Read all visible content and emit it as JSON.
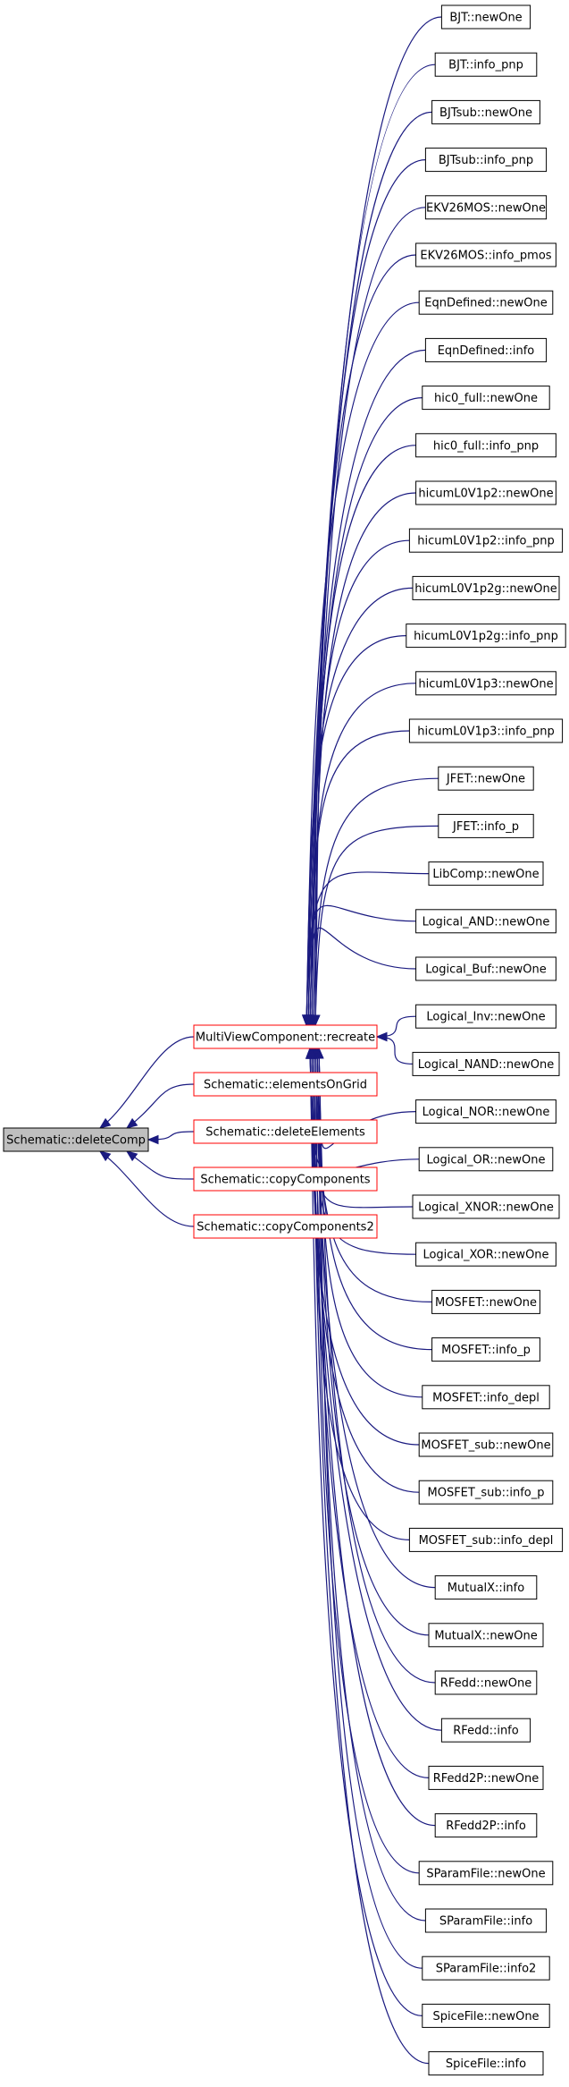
{
  "colors": {
    "edge": "#1a1a80",
    "root_fill": "#bfbfbf",
    "red_border": "#ff0000",
    "node_border": "#000000"
  },
  "root": {
    "label": "Schematic::deleteComp"
  },
  "callers": [
    {
      "id": "recreate",
      "label": "MultiViewComponent::recreate",
      "border": "red"
    },
    {
      "id": "elementsOnGrid",
      "label": "Schematic::elementsOnGrid",
      "border": "red"
    },
    {
      "id": "deleteElements",
      "label": "Schematic::deleteElements",
      "border": "red"
    },
    {
      "id": "copyComponents",
      "label": "Schematic::copyComponents",
      "border": "red"
    },
    {
      "id": "copyComponents2",
      "label": "Schematic::copyComponents2",
      "border": "red"
    }
  ],
  "recreate_callers": [
    "BJT::newOne",
    "BJT::info_pnp",
    "BJTsub::newOne",
    "BJTsub::info_pnp",
    "EKV26MOS::newOne",
    "EKV26MOS::info_pmos",
    "EqnDefined::newOne",
    "EqnDefined::info",
    "hic0_full::newOne",
    "hic0_full::info_pnp",
    "hicumL0V1p2::newOne",
    "hicumL0V1p2::info_pnp",
    "hicumL0V1p2g::newOne",
    "hicumL0V1p2g::info_pnp",
    "hicumL0V1p3::newOne",
    "hicumL0V1p3::info_pnp",
    "JFET::newOne",
    "JFET::info_p",
    "LibComp::newOne",
    "Logical_AND::newOne",
    "Logical_Buf::newOne",
    "Logical_Inv::newOne",
    "Logical_NAND::newOne",
    "Logical_NOR::newOne",
    "Logical_OR::newOne",
    "Logical_XNOR::newOne",
    "Logical_XOR::newOne",
    "MOSFET::newOne",
    "MOSFET::info_p",
    "MOSFET::info_depl",
    "MOSFET_sub::newOne",
    "MOSFET_sub::info_p",
    "MOSFET_sub::info_depl",
    "MutualX::info",
    "MutualX::newOne",
    "RFedd::newOne",
    "RFedd::info",
    "RFedd2P::newOne",
    "RFedd2P::info",
    "SParamFile::newOne",
    "SParamFile::info",
    "SParamFile::info2",
    "SpiceFile::newOne",
    "SpiceFile::info"
  ]
}
